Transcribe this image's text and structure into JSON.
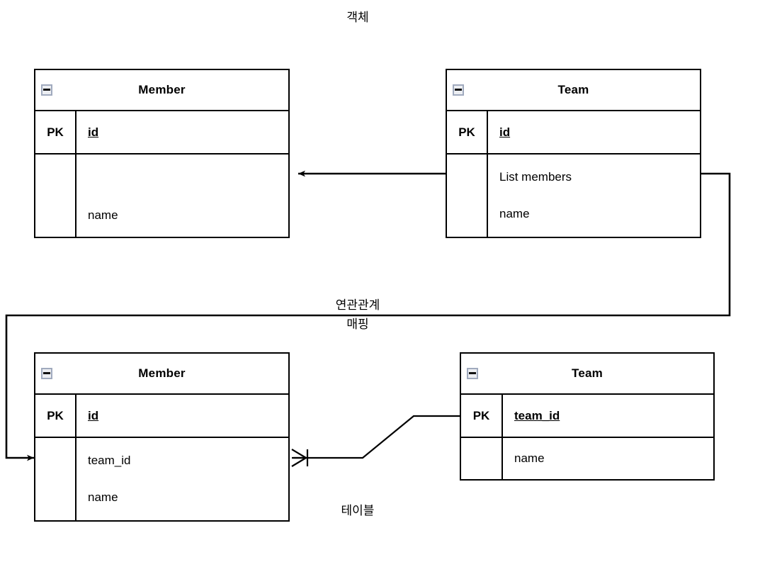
{
  "captions": {
    "top": "객체",
    "middle_line1": "연관관계",
    "middle_line2": "매핑",
    "bottom": "테이블"
  },
  "entities": [
    {
      "id": "object-member",
      "title": "Member",
      "collapse_icon": "minus-square-icon",
      "key_label": "PK",
      "key_attr": "id",
      "attrs": [
        "name"
      ]
    },
    {
      "id": "object-team",
      "title": "Team",
      "collapse_icon": "minus-square-icon",
      "key_label": "PK",
      "key_attr": "id",
      "attrs": [
        "List members",
        "name"
      ]
    },
    {
      "id": "table-member",
      "title": "Member",
      "collapse_icon": "minus-square-icon",
      "key_label": "PK",
      "key_attr": "id",
      "attrs": [
        "team_id",
        "name"
      ]
    },
    {
      "id": "table-team",
      "title": "Team",
      "collapse_icon": "minus-square-icon",
      "key_label": "PK",
      "key_attr": "team_id",
      "attrs": [
        "name"
      ]
    }
  ],
  "colors": {
    "stroke": "#000000",
    "background": "#ffffff",
    "icon_border": "#a0aabe",
    "icon_fill": "#eceef2"
  },
  "connectors": [
    {
      "name": "team-to-member-reference",
      "from": "object-team",
      "to": "object-member",
      "marker": "filled-arrow"
    },
    {
      "name": "object-to-table-mapping",
      "from": "object-team",
      "to": "table-member",
      "marker": "filled-arrow"
    },
    {
      "name": "member-to-team-foreign-key",
      "from": "table-member",
      "to": "table-team",
      "marker": "crows-foot-one"
    }
  ]
}
